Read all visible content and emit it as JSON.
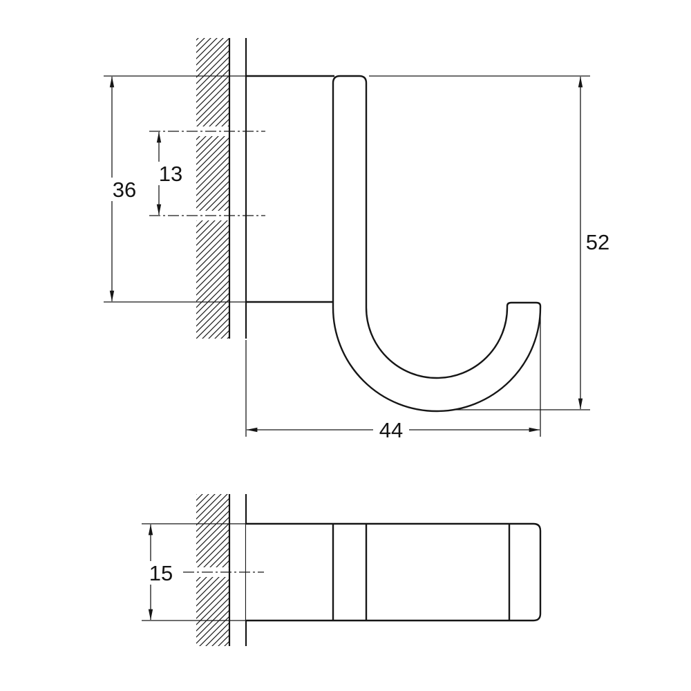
{
  "drawing": {
    "type": "technical-dimension-drawing",
    "subject": "wall-mounted-single-hook",
    "colors": {
      "line": "#161616",
      "background": "#ffffff"
    },
    "dims": {
      "plate_height": "36",
      "hole_spacing": "13",
      "overall_height": "52",
      "overall_depth": "44",
      "hook_width": "15"
    }
  }
}
